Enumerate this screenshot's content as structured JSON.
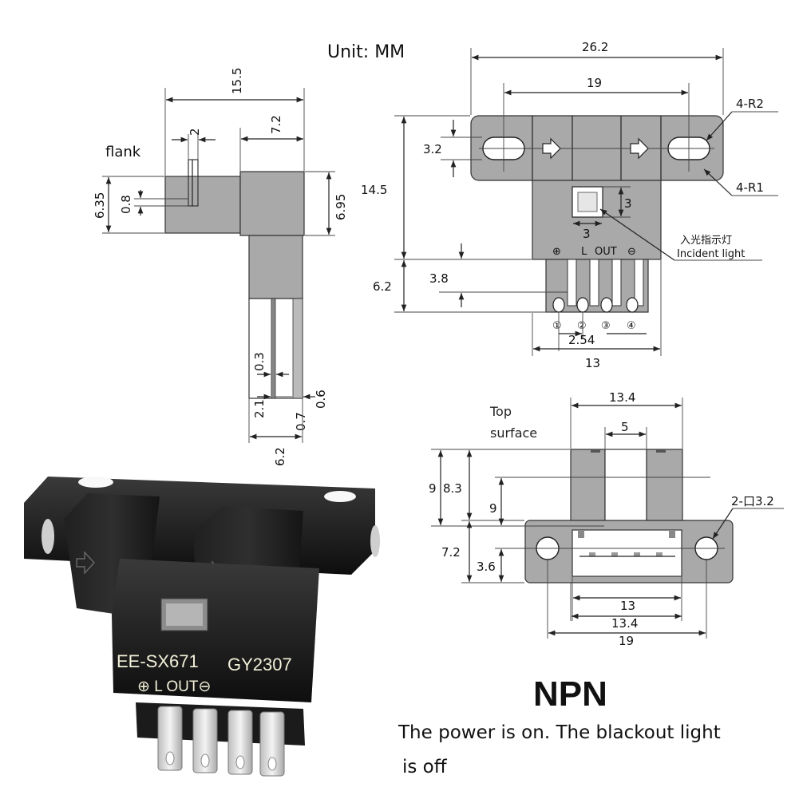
{
  "unit_label": "Unit: MM",
  "side_view": {
    "flank_label": "flank",
    "dims": {
      "total_width": "15.5",
      "slot": "2",
      "body_width": "7.2",
      "left_height": "6.35",
      "notch": "0.8",
      "right_height": "6.95",
      "pin_gap": "0.3",
      "pin_pitch": "2.1",
      "pin_thickness": "0.6",
      "pin_offset": "0.7",
      "base_width": "6.2"
    }
  },
  "front_view": {
    "dims": {
      "total_width": "26.2",
      "hole_pitch": "19",
      "hole_height": "3.2",
      "total_height": "14.5",
      "window": "3",
      "window_width": "3",
      "pin_section": "3.8",
      "pin_length": "6.2",
      "pin_pitch": "2.54",
      "base_width": "13"
    },
    "callouts": {
      "outer_radius": "4-R2",
      "inner_radius": "4-R1",
      "indicator_cn": "入光指示灯",
      "indicator_en": "Incident light"
    },
    "pin_labels": {
      "plus": "⊕",
      "l": "L",
      "out": "OUT",
      "minus": "⊖"
    },
    "pins": [
      "①",
      "②",
      "③",
      "④"
    ]
  },
  "top_view": {
    "caption_line1": "Top",
    "caption_line2": "surface",
    "dims": {
      "top_width": "13.4",
      "slot_width": "5",
      "height_a": "9",
      "height_b": "8.3",
      "inner": "9",
      "flange": "7.2",
      "hole_pos": "3.6",
      "hole_callout": "2-口3.2",
      "bottom_a": "13",
      "bottom_b": "13.4",
      "bottom_c": "19"
    }
  },
  "photo": {
    "model": "EE-SX671",
    "batch": "GY2307",
    "terminals": "⊕ L OUT⊖"
  },
  "note": {
    "title": "NPN",
    "line1": "The power is on. The blackout light",
    "line2": "is off"
  }
}
